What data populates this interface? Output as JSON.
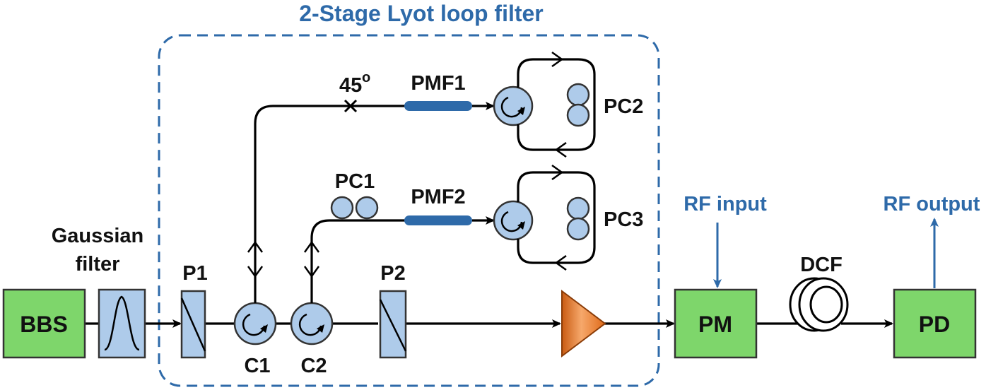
{
  "title": "2-Stage Lyot loop filter",
  "blocks": {
    "source": "BBS",
    "modulator": "PM",
    "detector": "PD"
  },
  "filter_label": [
    "Gaussian",
    "filter"
  ],
  "labels": {
    "polarizer1": "P1",
    "polarizer2": "P2",
    "circulator1": "C1",
    "circulator2": "C2",
    "angle": "45",
    "angle_sup": "o",
    "pmf1": "PMF1",
    "pmf2": "PMF2",
    "pc1": "PC1",
    "pc2": "PC2",
    "pc3": "PC3",
    "dcf": "DCF",
    "rf_input": "RF input",
    "rf_output": "RF output"
  },
  "colors": {
    "block_fill": "#7ed66b",
    "component_fill": "#aecbea",
    "pmf": "#2e6aa9",
    "amplifier": "#e8731f",
    "dashed_box": "#2e6aa9",
    "rf_text": "#2e6aa9"
  }
}
